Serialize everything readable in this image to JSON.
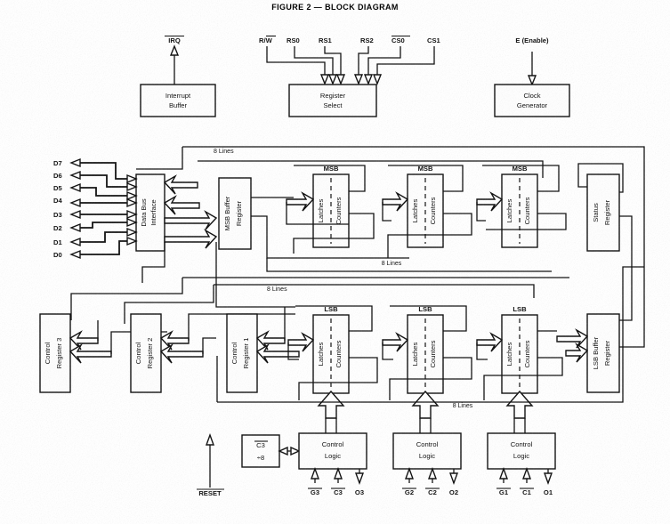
{
  "figure": {
    "title": "FIGURE 2 — BLOCK DIAGRAM"
  },
  "top_signals": {
    "irq": "IRQ",
    "rw": "R/W",
    "rs0": "RS0",
    "rs1": "RS1",
    "rs2": "RS2",
    "cs0": "CS0",
    "cs1": "CS1",
    "enable": "E (Enable)"
  },
  "top_blocks": {
    "interrupt_buffer": {
      "line1": "Interrupt",
      "line2": "Buffer"
    },
    "register_select": {
      "line1": "Register",
      "line2": "Select"
    },
    "clock_generator": {
      "line1": "Clock",
      "line2": "Generator"
    }
  },
  "data_bus": {
    "interface_line1": "Data Bus",
    "interface_line2": "Interface",
    "pins": [
      "D7",
      "D6",
      "D5",
      "D4",
      "D3",
      "D2",
      "D1",
      "D0"
    ]
  },
  "buffers": {
    "msb_buffer": "MSB Buffer Register",
    "lsb_buffer": "LSB Buffer Register",
    "status_register": "Status Register"
  },
  "timers": {
    "msb_label": "MSB",
    "lsb_label": "LSB",
    "latches_label": "Latches",
    "counters_label": "Counters",
    "msb_blocks": [
      "MSB",
      "MSB",
      "MSB"
    ],
    "lsb_blocks": [
      "LSB",
      "LSB",
      "LSB"
    ]
  },
  "control_registers": [
    "Control Register 3",
    "Control Register 2",
    "Control Register 1"
  ],
  "control_registers_lines": [
    {
      "l1": "Control",
      "l2": "Register 3"
    },
    {
      "l1": "Control",
      "l2": "Register 2"
    },
    {
      "l1": "Control",
      "l2": "Register 1"
    }
  ],
  "bus_labels": {
    "top": "8 Lines",
    "msb_lower": "8 Lines",
    "lsb_upper": "8 Lines",
    "lsb_lower": "8 Lines"
  },
  "bottom": {
    "divider_block": {
      "line1": "C3",
      "line2": "÷8"
    },
    "control_logic": {
      "line1": "Control",
      "line2": "Logic"
    },
    "control_logic_blocks": [
      {
        "line1": "Control",
        "line2": "Logic"
      },
      {
        "line1": "Control",
        "line2": "Logic"
      },
      {
        "line1": "Control",
        "line2": "Logic"
      }
    ],
    "reset": "RESET",
    "timer3_signals": [
      "G3",
      "C3",
      "O3"
    ],
    "timer2_signals": [
      "G2",
      "C2",
      "O2"
    ],
    "timer1_signals": [
      "G1",
      "C1",
      "O1"
    ]
  },
  "colors": {
    "ink": "#111111",
    "paper": "#fefefe"
  }
}
